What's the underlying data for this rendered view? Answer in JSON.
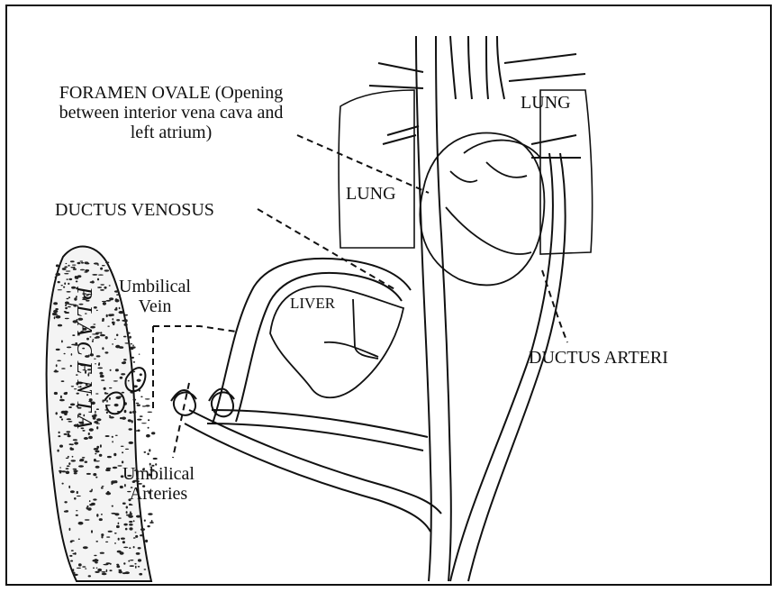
{
  "labels": {
    "foramen_line1": "FORAMEN OVALE (Opening",
    "foramen_line2": "between interior vena cava and",
    "foramen_line3": "left atrium)",
    "ductus_venosus": "DUCTUS VENOSUS",
    "umbilical_vein_line1": "Umbilical",
    "umbilical_vein_line2": "Vein",
    "umbilical_arteries_line1": "Umbilical",
    "umbilical_arteries_line2": "Arteries",
    "liver": "LIVER",
    "lung_left": "LUNG",
    "lung_right": "LUNG",
    "ductus_arteriosus": "DUCTUS ARTERI",
    "placenta": "PLACENTA"
  },
  "colors": {
    "ink": "#111111",
    "stipple": "#222222",
    "paper": "#ffffff"
  }
}
